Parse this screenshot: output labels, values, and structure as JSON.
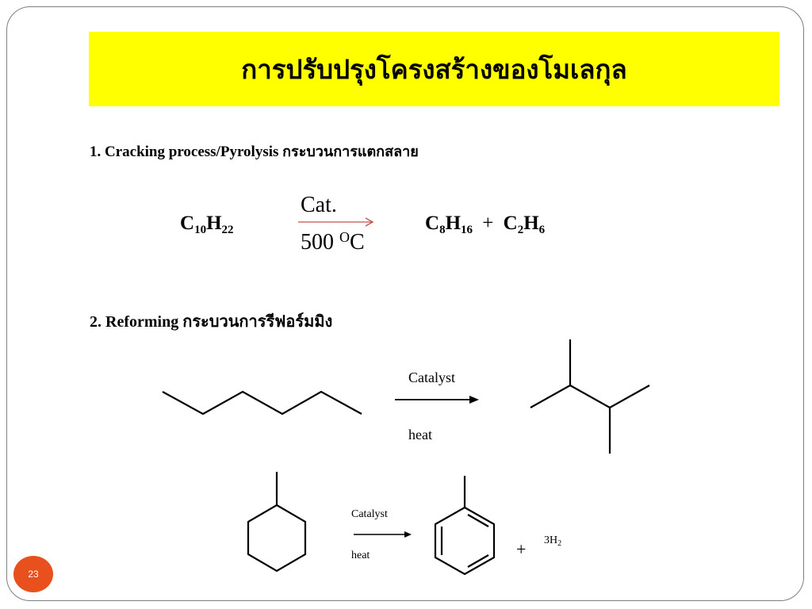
{
  "slide": {
    "title": "การปรับปรุงโครงสร้างของโมเลกุล",
    "page_number": "23",
    "colors": {
      "banner": "#ffff00",
      "page_badge": "#e8501e",
      "arrow_1": "#c0504d"
    }
  },
  "section1": {
    "heading_en": "1. Cracking  process/Pyrolysis ",
    "heading_th": "กระบวนการแตกสลาย",
    "reactant": {
      "c": "C",
      "c_sub": "10",
      "h": "H",
      "h_sub": "22"
    },
    "condition_top": "Cat.",
    "condition_bottom_num": "500 ",
    "condition_bottom_sup": "O",
    "condition_bottom_unit": "C",
    "products": [
      {
        "c": "C",
        "c_sub": "8",
        "h": "H",
        "h_sub": "16"
      },
      {
        "c": "C",
        "c_sub": "2",
        "h": "H",
        "h_sub": "6"
      }
    ],
    "plus": "+"
  },
  "section2": {
    "heading_en": "2. Reforming ",
    "heading_th": "กระบวนการรีฟอร์มมิง",
    "reaction1": {
      "above_arrow": "Catalyst",
      "below_arrow": "heat"
    },
    "reaction2": {
      "above_arrow": "Catalyst",
      "below_arrow": "heat",
      "plus": "+",
      "byproduct_main": "3H",
      "byproduct_sub": "2"
    }
  }
}
